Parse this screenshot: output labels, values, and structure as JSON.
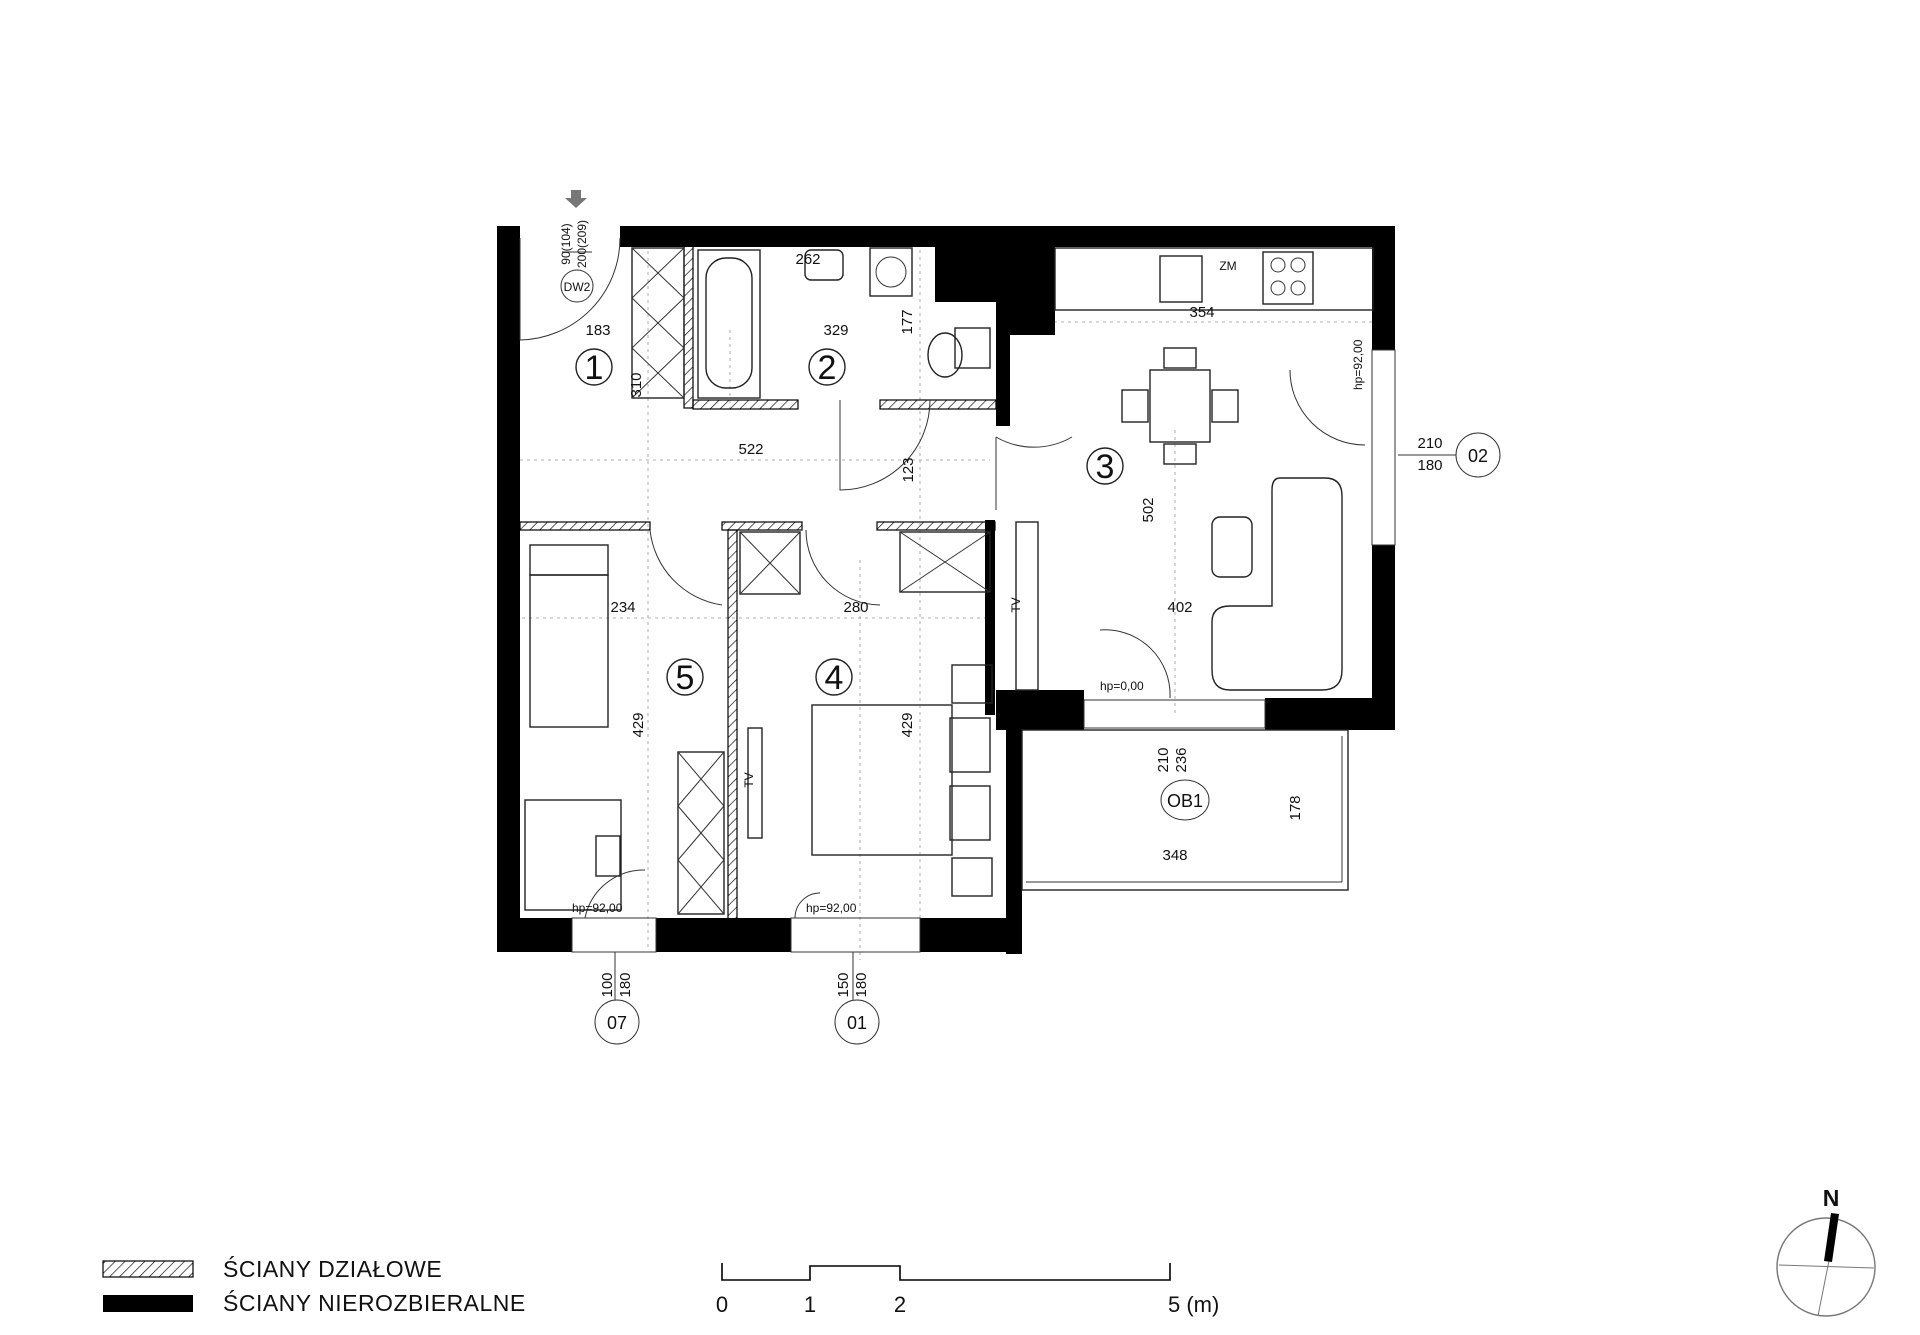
{
  "rooms": [
    "1",
    "2",
    "3",
    "4",
    "5"
  ],
  "dimensions": {
    "d183": "183",
    "d329": "329",
    "d262": "262",
    "d177": "177",
    "d354": "354",
    "d310": "310",
    "d522": "522",
    "d123": "123",
    "d502": "502",
    "d234": "234",
    "d280": "280",
    "d402": "402",
    "d429a": "429",
    "d429b": "429",
    "d178": "178",
    "d348": "348"
  },
  "openings": {
    "dw2": {
      "tag": "DW2",
      "width": "90(104)",
      "height": "200(209)"
    },
    "o02": {
      "tag": "02",
      "width": "210",
      "height": "180"
    },
    "ob1": {
      "tag": "OB1",
      "width": "210",
      "height": "236"
    },
    "o07": {
      "tag": "07",
      "width": "100",
      "height": "180"
    },
    "o01": {
      "tag": "01",
      "width": "150",
      "height": "180"
    }
  },
  "labels": {
    "zm": "ZM",
    "tv1": "TV",
    "tv2": "TV",
    "hp1": "hp=0,00",
    "hp2": "hp=92,00",
    "hp3": "hp=92,00",
    "hp4": "hp=92,00"
  },
  "legend": {
    "partition_walls": "ŚCIANY DZIAŁOWE",
    "structural_walls": "ŚCIANY NIEROZBIERALNE"
  },
  "scale": {
    "l0": "0",
    "l1": "1",
    "l2": "2",
    "l5": "5 (m)"
  },
  "north": "N"
}
